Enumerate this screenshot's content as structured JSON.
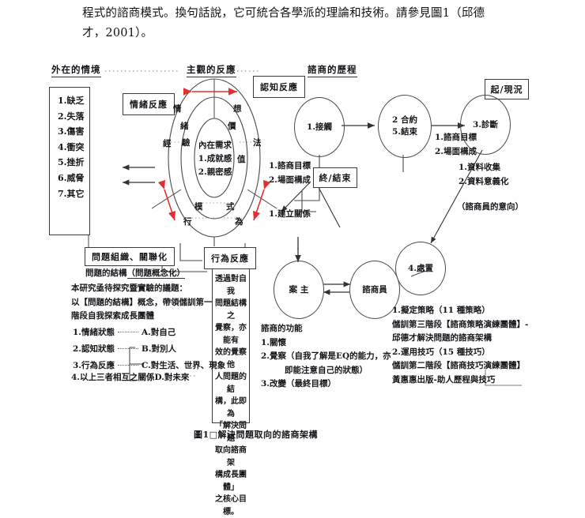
{
  "document": {
    "intro_lines": [
      "程式的諮商模式。換句話說，它可統合各學派的理論和技術。請參見圖1（邱德",
      "才，2001）。"
    ],
    "caption": "圖1□解決問題取向的諮商架構"
  },
  "headers": {
    "external": "外在的情境",
    "subjective": "主觀的反應",
    "process": "諮商的歷程"
  },
  "boxes": {
    "emotional_reaction": "情緒反應",
    "cognitive_reaction": "認知反應",
    "behavioral_reaction": "行為反應",
    "problem_org": "問題組織、關聯化",
    "end_stage": "終/結束",
    "start_stage": "起/現況"
  },
  "situation_list": {
    "items": [
      "1.缺乏",
      "2.失落",
      "3.傷害",
      "4.衝突",
      "5.挫折",
      "6.威脅",
      "7.其它"
    ]
  },
  "oval": {
    "core_title": "內在需求",
    "core_items": [
      "1.成就感",
      "2.親密感"
    ],
    "ring_inner": [
      "情",
      "緒",
      "驗",
      "經",
      "模",
      "式"
    ],
    "ring_outer": [
      "想",
      "法",
      "價",
      "值",
      "行",
      "為"
    ]
  },
  "process": {
    "circles": [
      {
        "id": "c1",
        "lines": [
          "1.接觸"
        ]
      },
      {
        "id": "c2",
        "lines": [
          "2 合約",
          "5.結束"
        ]
      },
      {
        "id": "c3",
        "lines": [
          "3.診斷"
        ]
      },
      {
        "id": "c4",
        "lines": [
          "4.處置"
        ]
      },
      {
        "id": "client",
        "lines": [
          "案  主"
        ]
      },
      {
        "id": "counselor",
        "lines": [
          "諮商員"
        ]
      }
    ],
    "label_contact": "1.建立關係",
    "label_contract": [
      "1.諮商目標",
      "2.場面構成"
    ],
    "label_diagnosis": [
      "1.資料收集",
      "2.資料意義化"
    ],
    "label_intention": "（諮商員的意向）"
  },
  "counseling_function": {
    "title": "諮商的功能",
    "items": [
      "1.關懷",
      "2.覺察（自我了解是EQ的能力，亦",
      "即能注意自己的狀態）",
      "3.改變（最終目標）"
    ]
  },
  "strategy_block": {
    "lines": [
      "1.擬定策略（11 種策略）",
      "儲訓第三階段【諮商策略演練團體】-",
      "邱德才解決問題的諮商架構",
      "2.運用技巧（15 種技巧）",
      "儲訓第二階段【諮商技巧演練團體】",
      "黃惠惠出版-助人歷程與技巧"
    ]
  },
  "problem_structure": {
    "subtitle_plain": "問題的結構",
    "subtitle_underlined": "（問題概念化）",
    "lines": [
      "本研究亟待探究暨實驗的議題：",
      "以【問題的結構】概念，帶領儲訓第一",
      "階段自我探索成長團體"
    ],
    "pairs": [
      {
        "left": "1.情緒狀態",
        "right": "A.對自己"
      },
      {
        "left": "2.認知狀態",
        "right": "B.對別人"
      },
      {
        "left": "3.行為反應",
        "right": "C.對生活、世界、現象"
      }
    ],
    "last_row": "4.以上三者相互之關係D.對未來"
  },
  "awareness_box": {
    "lines": [
      "透過對自我",
      "問題結構之",
      "覺察，亦能有",
      "效的覺察他",
      "人問題的結",
      "構，此即為",
      "「解決問題",
      "取向諮商架",
      "構成長團體」",
      "之核心目標。"
    ]
  },
  "colors": {
    "arrow_red": "#e03030",
    "line": "#4a4a4a",
    "text": "#15161a"
  }
}
